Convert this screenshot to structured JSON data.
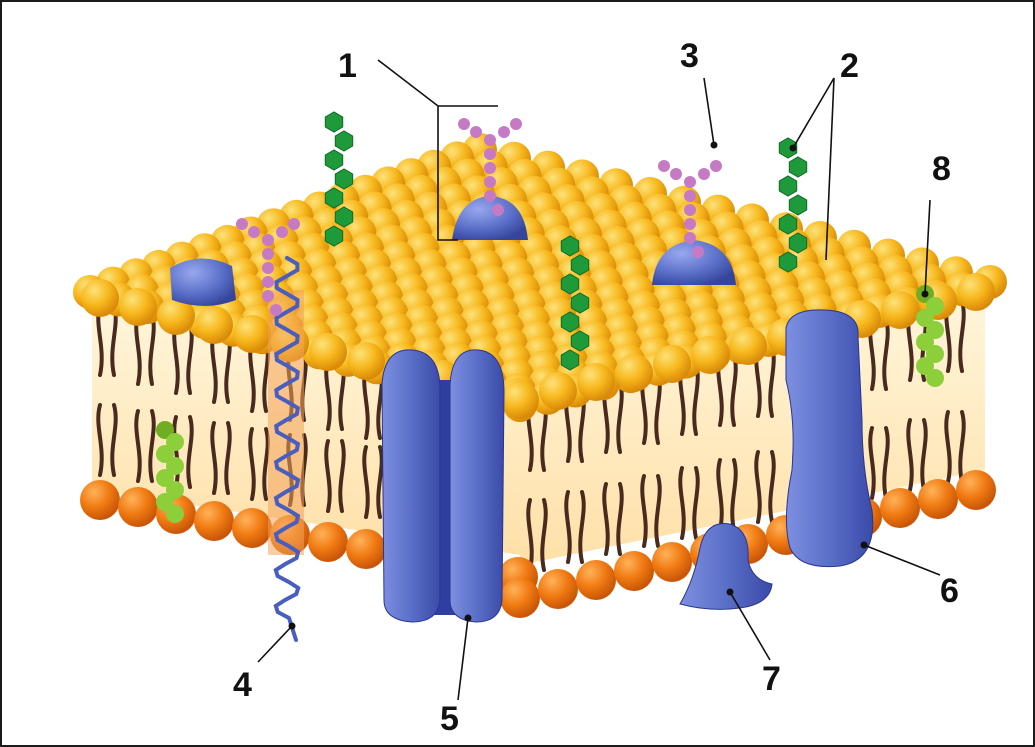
{
  "labels": [
    {
      "id": "1",
      "text": "1"
    },
    {
      "id": "2",
      "text": "2"
    },
    {
      "id": "3",
      "text": "3"
    },
    {
      "id": "4",
      "text": "4"
    },
    {
      "id": "5",
      "text": "5"
    },
    {
      "id": "6",
      "text": "6"
    },
    {
      "id": "7",
      "text": "7"
    },
    {
      "id": "8",
      "text": "8"
    }
  ],
  "colors": {
    "head_top": "#f7b71c",
    "head_bottom": "#f07a12",
    "tail": "#4a2a1e",
    "protein": "#5a6fc8",
    "protein_dark": "#2f3fa0",
    "glycolipid_chain": "#1f9a3a",
    "glycoprotein_chain": "#c77ac4",
    "cholesterol": "#8ccf3a",
    "outline": "#1a1a1a"
  }
}
